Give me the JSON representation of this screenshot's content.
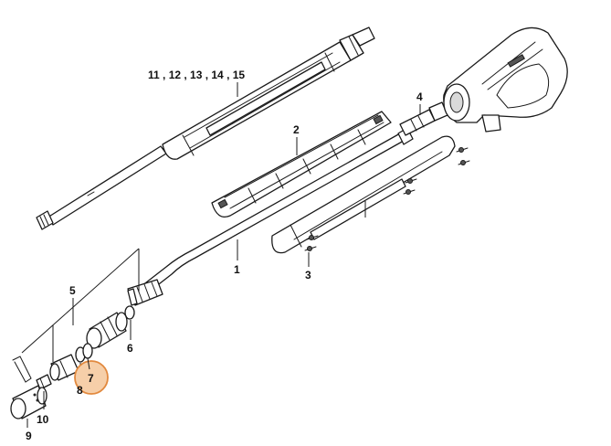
{
  "diagram": {
    "labels": {
      "l1": "1",
      "l2": "2",
      "l3": "3",
      "l4": "4",
      "l5": "5",
      "l6": "6",
      "l7": "7",
      "l8": "8",
      "l9": "9",
      "l10": "10",
      "l11": "11 , 12 , 13 , 14 , 15"
    },
    "highlight": {
      "part": "7",
      "color": "#f6cfa9",
      "stroke": "#e2893e"
    }
  }
}
